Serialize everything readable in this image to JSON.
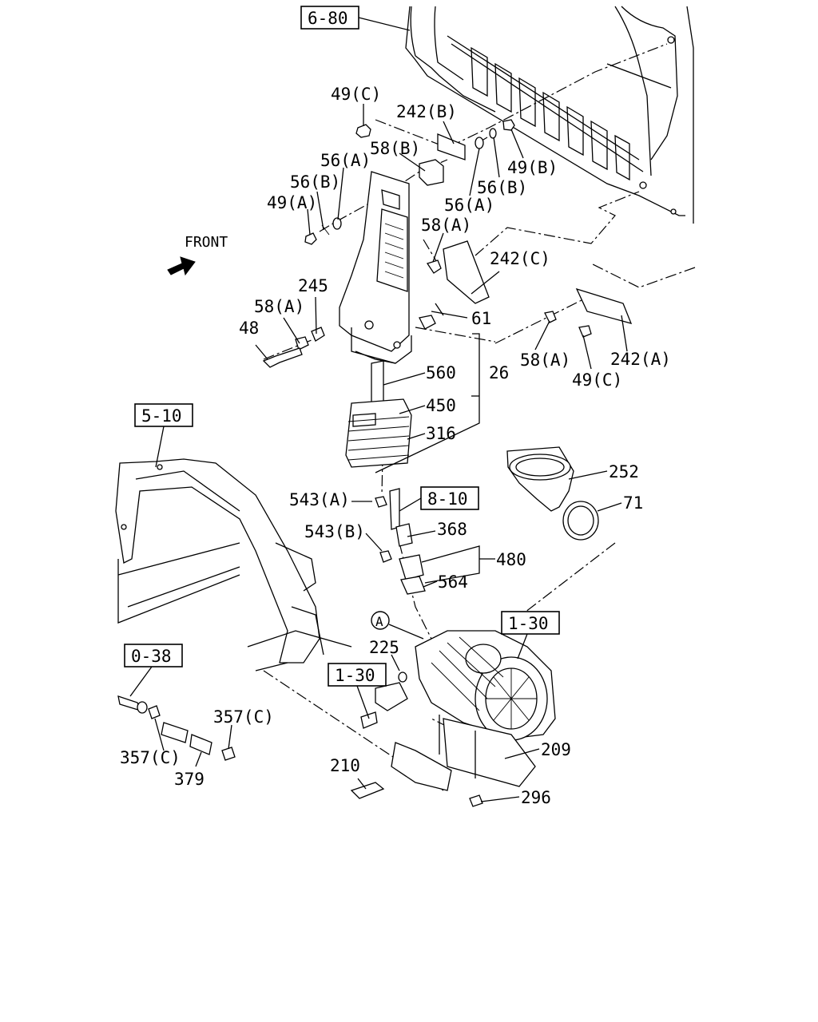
{
  "diagram": {
    "front_label": "FRONT",
    "circle_ref": "A",
    "ref_boxes": {
      "r680": "6-80",
      "r510": "5-10",
      "r810": "8-10",
      "r130a": "1-30",
      "r130b": "1-30",
      "r038": "0-38"
    },
    "callouts": {
      "c49c_top": "49(C)",
      "c242b": "242(B)",
      "c58b": "58(B)",
      "c56a_left": "56(A)",
      "c56b_left": "56(B)",
      "c49a": "49(A)",
      "c49b": "49(B)",
      "c56b_right": "56(B)",
      "c56a_right": "56(A)",
      "c58a_mid": "58(A)",
      "c242c": "242(C)",
      "c245": "245",
      "c58a_left": "58(A)",
      "c48": "48",
      "c61": "61",
      "c58a_right": "58(A)",
      "c242a": "242(A)",
      "c49c_right": "49(C)",
      "c560": "560",
      "c26": "26",
      "c450": "450",
      "c316": "316",
      "c252": "252",
      "c71": "71",
      "c543a": "543(A)",
      "c368": "368",
      "c543b": "543(B)",
      "c480": "480",
      "c564": "564",
      "c225": "225",
      "c357c_right": "357(C)",
      "c357c_left": "357(C)",
      "c379": "379",
      "c209": "209",
      "c210": "210",
      "c296": "296"
    }
  }
}
